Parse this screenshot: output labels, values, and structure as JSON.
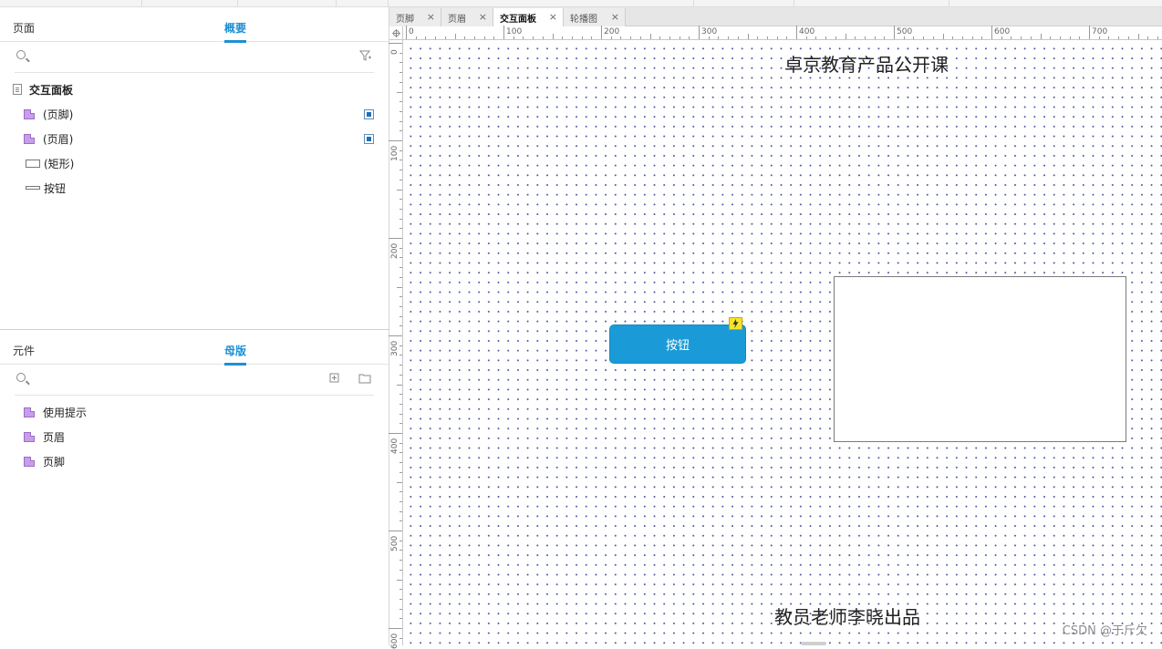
{
  "left_panel_top": {
    "tabs": [
      {
        "label": "页面",
        "active": false
      },
      {
        "label": "概要",
        "active": true
      }
    ],
    "tree": {
      "root": "交互面板",
      "items": [
        {
          "label": "(页脚)",
          "icon": "master-page-icon",
          "checked": true
        },
        {
          "label": "(页眉)",
          "icon": "master-page-icon",
          "checked": true
        },
        {
          "label": "(矩形)",
          "icon": "rectangle-icon",
          "checked": false
        },
        {
          "label": "按钮",
          "icon": "button-icon",
          "checked": false
        }
      ]
    }
  },
  "left_panel_bottom": {
    "tabs": [
      {
        "label": "元件",
        "active": false
      },
      {
        "label": "母版",
        "active": true
      }
    ],
    "masters": [
      "使用提示",
      "页眉",
      "页脚"
    ]
  },
  "doc_tabs": [
    {
      "label": "页脚",
      "active": false
    },
    {
      "label": "页眉",
      "active": false
    },
    {
      "label": "交互面板",
      "active": true
    },
    {
      "label": "轮播图",
      "active": false
    }
  ],
  "ruler": {
    "top_labels": [
      "0",
      "100",
      "200",
      "300",
      "400",
      "500",
      "600",
      "700"
    ],
    "left_labels": [
      "0",
      "100",
      "200",
      "300",
      "400",
      "500",
      "600"
    ]
  },
  "canvas": {
    "title_text": "卓京教育产品公开课",
    "footer_text": "教员老师李晓出品",
    "button_label": "按钮",
    "accent_color": "#1a9bd7"
  },
  "watermark": "CSDN @于斤欠"
}
